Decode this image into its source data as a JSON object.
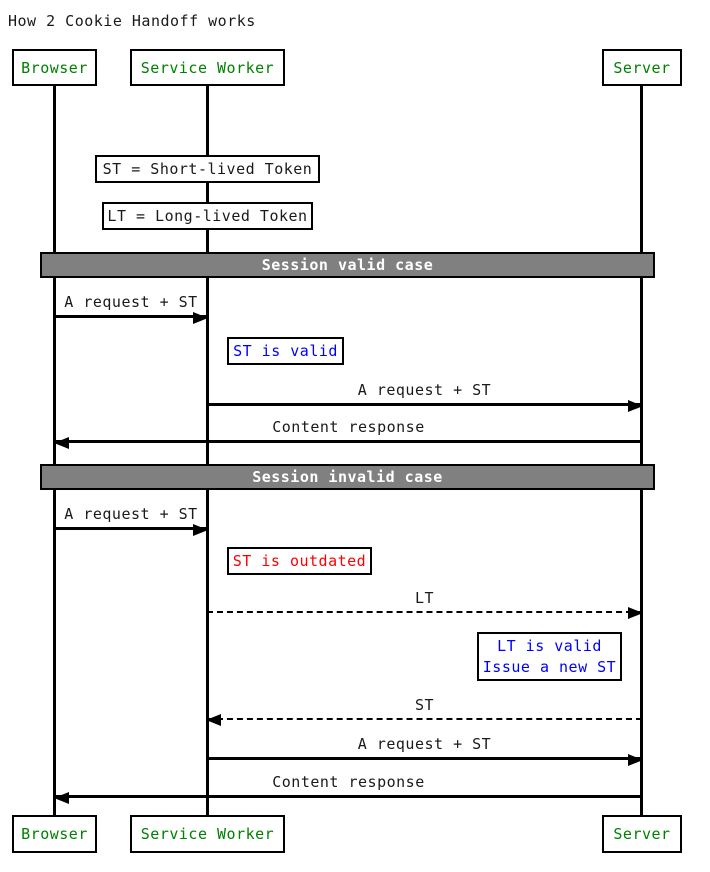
{
  "title": "How 2 Cookie Handoff works",
  "colors": {
    "actor_text": "#008000",
    "section_bg": "#808080",
    "section_text": "#ffffff",
    "info_text": "#0000ff",
    "error_text": "#ff0000"
  },
  "actors": {
    "browser": "Browser",
    "service_worker": "Service Worker",
    "server": "Server"
  },
  "notes": [
    {
      "text": "ST = Short-lived Token"
    },
    {
      "text": "LT = Long-lived Token"
    }
  ],
  "sections": [
    {
      "label": "Session valid case"
    },
    {
      "label": "Session invalid case"
    }
  ],
  "messages": [
    {
      "from": "Browser",
      "to": "Service Worker",
      "label": "A request + ST",
      "style": "solid"
    },
    {
      "from": "Service Worker",
      "to": "Server",
      "label": "A request + ST",
      "style": "solid"
    },
    {
      "from": "Server",
      "to": "Browser",
      "label": "Content response",
      "style": "solid"
    },
    {
      "from": "Browser",
      "to": "Service Worker",
      "label": "A request + ST",
      "style": "solid"
    },
    {
      "from": "Service Worker",
      "to": "Server",
      "label": "LT",
      "style": "dashed"
    },
    {
      "from": "Server",
      "to": "Service Worker",
      "label": "ST",
      "style": "dashed"
    },
    {
      "from": "Service Worker",
      "to": "Server",
      "label": "A request + ST",
      "style": "solid"
    },
    {
      "from": "Server",
      "to": "Browser",
      "label": "Content response",
      "style": "solid"
    }
  ],
  "annotations": {
    "st_valid": {
      "text": "ST is valid"
    },
    "st_outdated": {
      "text": "ST is outdated"
    },
    "lt_valid": {
      "line1": "LT is valid",
      "line2": "Issue a new ST"
    }
  }
}
